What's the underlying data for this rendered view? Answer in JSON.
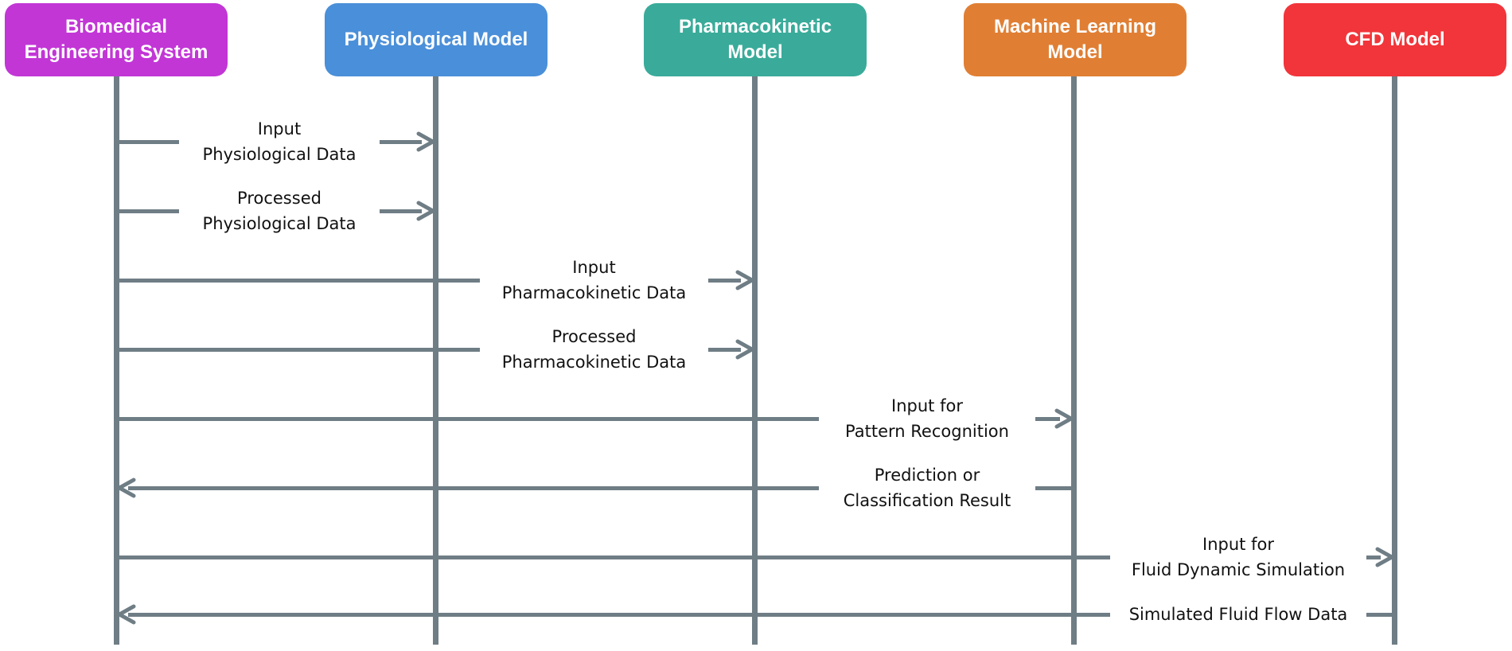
{
  "colors": {
    "line": "#6f7d85",
    "biomedical": "#c236d6",
    "physiological": "#4a8fd9",
    "pharmacokinetic": "#3aab9a",
    "machine_learning": "#e07f34",
    "cfd": "#f1353a"
  },
  "actors": {
    "biomedical": "Biomedical\nEngineering System",
    "physiological": "Physiological Model",
    "pharmacokinetic": "Pharmacokinetic\nModel",
    "machine_learning": "Machine Learning\nModel",
    "cfd": "CFD Model"
  },
  "messages": {
    "m1": {
      "from": "Biomedical Engineering System",
      "to": "Physiological Model",
      "line1": "Input",
      "line2": "Physiological Data"
    },
    "m2": {
      "from": "Biomedical Engineering System",
      "to": "Physiological Model",
      "line1": "Processed",
      "line2": "Physiological Data"
    },
    "m3": {
      "from": "Biomedical Engineering System",
      "to": "Pharmacokinetic Model",
      "line1": "Input",
      "line2": "Pharmacokinetic Data"
    },
    "m4": {
      "from": "Biomedical Engineering System",
      "to": "Pharmacokinetic Model",
      "line1": "Processed",
      "line2": "Pharmacokinetic Data"
    },
    "m5": {
      "from": "Biomedical Engineering System",
      "to": "Machine Learning Model",
      "line1": "Input for",
      "line2": "Pattern Recognition"
    },
    "m6": {
      "from": "Machine Learning Model",
      "to": "Biomedical Engineering System",
      "line1": "Prediction or",
      "line2": "Classification Result"
    },
    "m7": {
      "from": "Biomedical Engineering System",
      "to": "CFD Model",
      "line1": "Input for",
      "line2": "Fluid Dynamic Simulation"
    },
    "m8": {
      "from": "CFD Model",
      "to": "Biomedical Engineering System",
      "line1": "Simulated Fluid Flow Data"
    }
  }
}
